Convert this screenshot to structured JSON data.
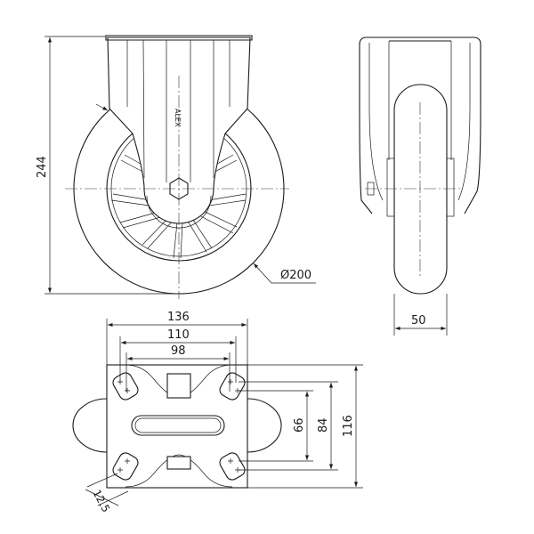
{
  "drawing": {
    "front_view": {
      "height_dim": "244",
      "diameter_dim": "Ø200",
      "logo": "ALEX"
    },
    "side_view": {
      "width_dim": "50"
    },
    "top_view": {
      "plate_width_dim": "136",
      "hole_spacing_x_outer": "110",
      "hole_spacing_x_inner": "98",
      "hole_spacing_y_inner": "66",
      "hole_spacing_y_outer": "84",
      "plate_length_dim": "116",
      "slot_width_dim": "12.5"
    }
  }
}
